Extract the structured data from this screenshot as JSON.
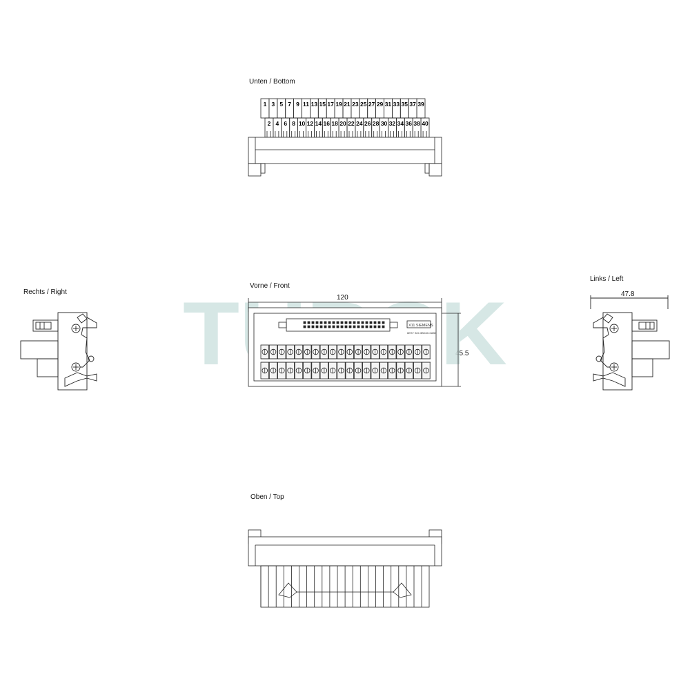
{
  "views": {
    "bottom": {
      "label": "Unten / Bottom"
    },
    "front": {
      "label": "Vorne / Front",
      "width_dim": "120",
      "height_dim": "45.5",
      "module_text_1": "X11 SIEMENS",
      "module_text_2": "6ES7 922-3BD40-0AB0"
    },
    "right": {
      "label": "Rechts / Right"
    },
    "left": {
      "label": "Links / Left",
      "width_dim": "47.8"
    },
    "top": {
      "label": "Oben / Top"
    }
  },
  "terminals": {
    "odd": [
      "1",
      "3",
      "5",
      "7",
      "9",
      "11",
      "13",
      "15",
      "17",
      "19",
      "21",
      "23",
      "25",
      "27",
      "29",
      "31",
      "33",
      "35",
      "37",
      "39"
    ],
    "even": [
      "2",
      "4",
      "6",
      "8",
      "10",
      "12",
      "14",
      "16",
      "18",
      "20",
      "22",
      "24",
      "26",
      "28",
      "30",
      "32",
      "34",
      "36",
      "38",
      "40"
    ]
  },
  "watermark": {
    "text": "TURCK",
    "color": "#cfe3e0"
  }
}
